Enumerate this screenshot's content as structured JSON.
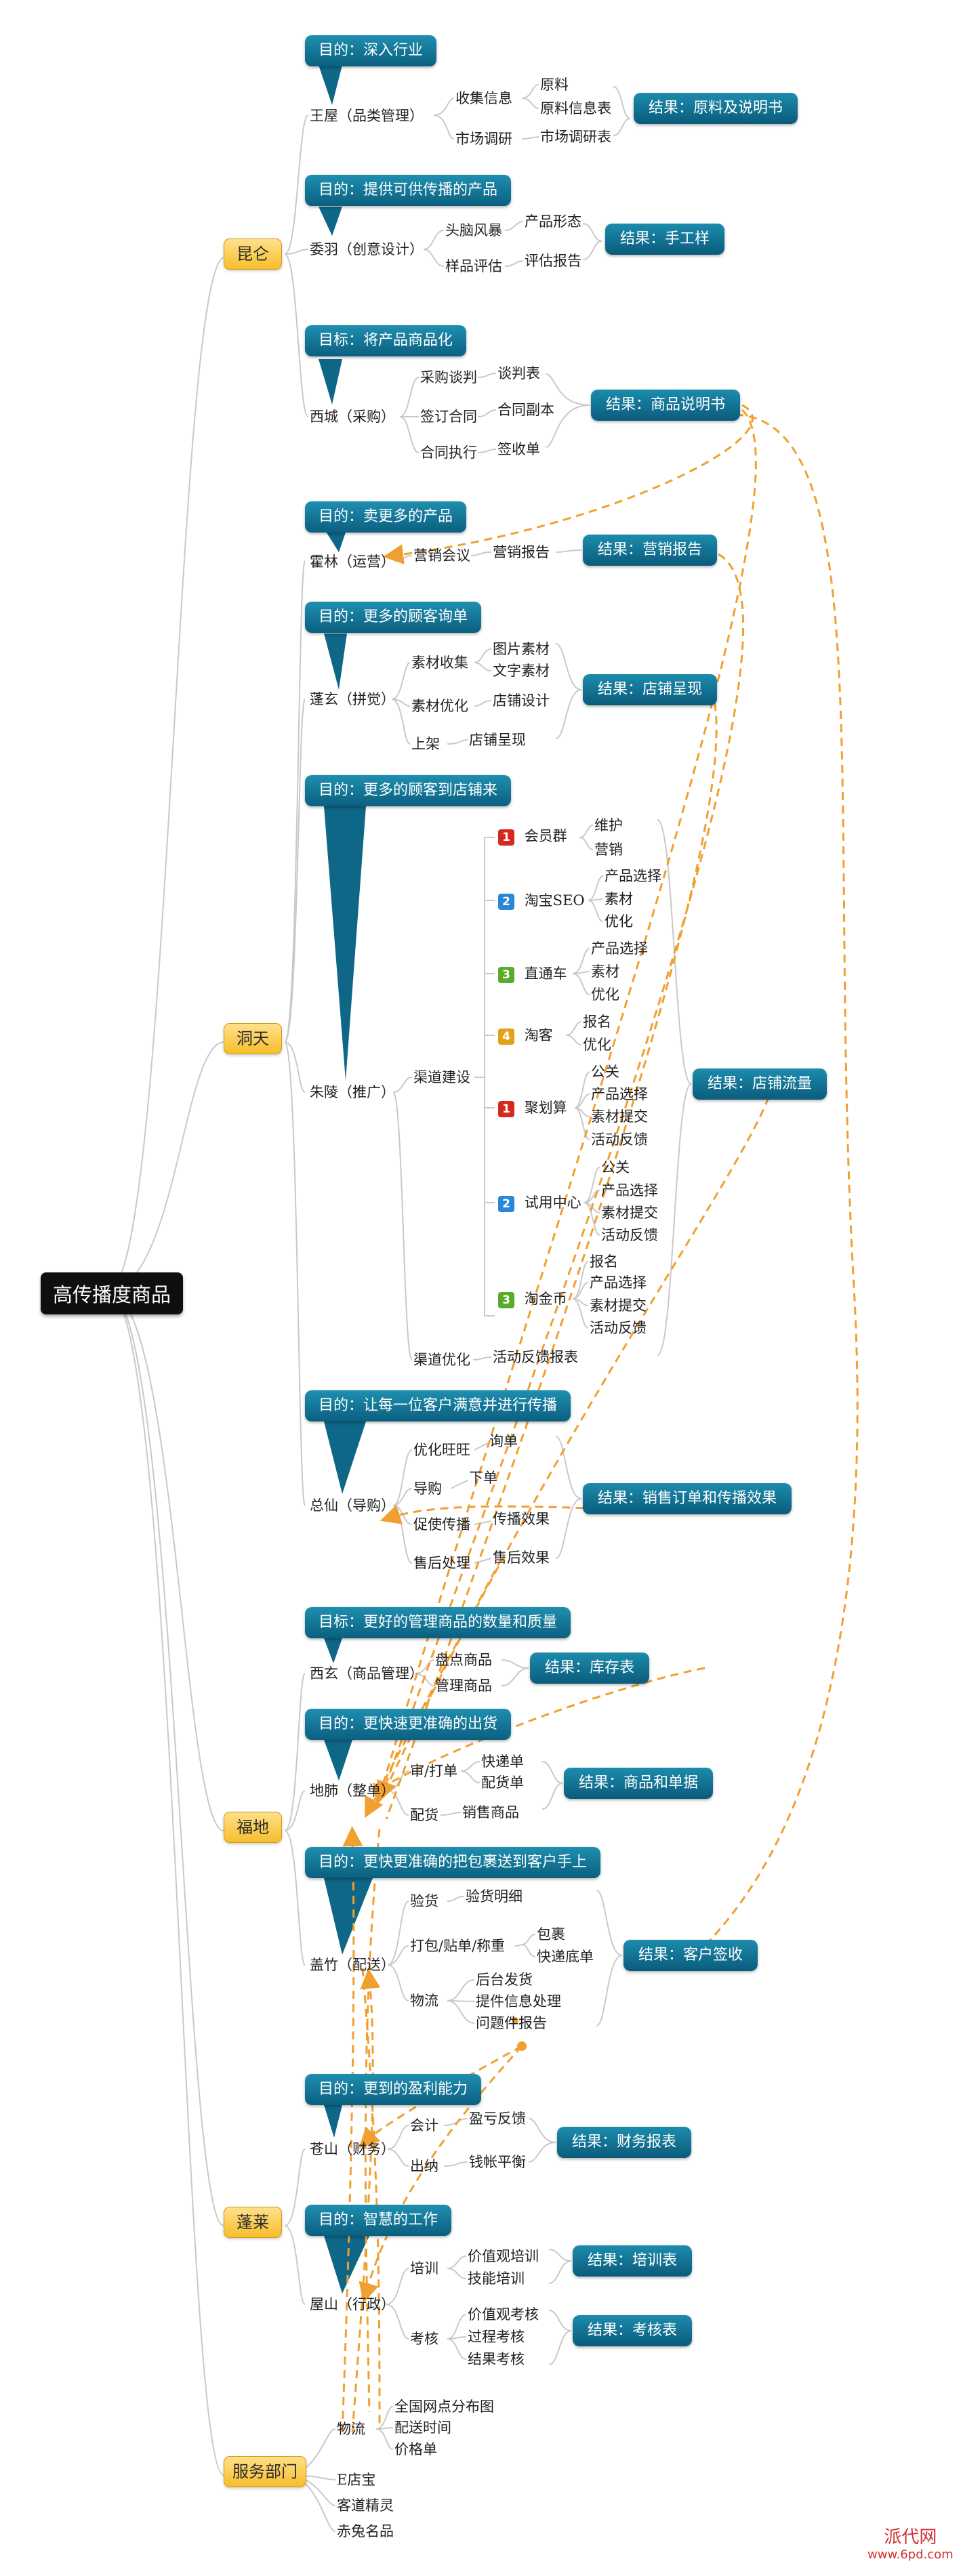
{
  "root": "高传播度商品",
  "sections": {
    "kunlun": "昆仑",
    "dongtian": "洞天",
    "fudi": "福地",
    "penglai": "蓬莱",
    "fuwu": "服务部门"
  },
  "kunlun": {
    "wangwu": {
      "goal": "目的：深入行业",
      "node": "王屋（品类管理）",
      "b1": "收集信息",
      "b1a": "原料",
      "b1b": "原料信息表",
      "b2": "市场调研",
      "b2a": "市场调研表",
      "result": "结果：原料及说明书"
    },
    "weiyu": {
      "goal": "目的：提供可供传播的产品",
      "node": "委羽（创意设计）",
      "b1": "头脑风暴",
      "b1a": "产品形态",
      "b2": "样品评估",
      "b2a": "评估报告",
      "result": "结果：手工样"
    },
    "xicheng": {
      "goal": "目标：将产品商品化",
      "node": "西城（采购）",
      "b1": "采购谈判",
      "b1a": "谈判表",
      "b2": "签订合同",
      "b2a": "合同副本",
      "b3": "合同执行",
      "b3a": "签收单",
      "result": "结果：商品说明书"
    }
  },
  "dongtian": {
    "huolin": {
      "goal": "目的：卖更多的产品",
      "node": "霍林（运营）",
      "b1": "营销会议",
      "b1a": "营销报告",
      "result": "结果：营销报告"
    },
    "pengxuan": {
      "goal": "目的：更多的顾客询单",
      "node": "蓬玄（拼觉）",
      "b1": "素材收集",
      "b1a": "图片素材",
      "b1b": "文字素材",
      "b2": "素材优化",
      "b2a": "店铺设计",
      "b3": "上架",
      "b3a": "店铺呈现",
      "result": "结果：店铺呈现"
    },
    "zhuling": {
      "goal": "目的：更多的顾客到店铺来",
      "node": "朱陵（推广）",
      "b1": "渠道建设",
      "b2": "渠道优化",
      "b2a": "活动反馈报表",
      "channels": [
        {
          "num": "1",
          "name": "会员群",
          "items": [
            "维护",
            "营销"
          ]
        },
        {
          "num": "2",
          "name": "淘宝SEO",
          "items": [
            "产品选择",
            "素材",
            "优化"
          ]
        },
        {
          "num": "3",
          "name": "直通车",
          "items": [
            "产品选择",
            "素材",
            "优化"
          ]
        },
        {
          "num": "4",
          "name": "淘客",
          "items": [
            "报名",
            "优化"
          ]
        },
        {
          "num": "1",
          "name": "聚划算",
          "items": [
            "公关",
            "产品选择",
            "素材提交",
            "活动反馈"
          ]
        },
        {
          "num": "2",
          "name": "试用中心",
          "items": [
            "公关",
            "产品选择",
            "素材提交",
            "活动反馈"
          ]
        },
        {
          "num": "3",
          "name": "淘金币",
          "items": [
            "报名",
            "产品选择",
            "素材提交",
            "活动反馈"
          ]
        }
      ],
      "result": "结果：店铺流量"
    },
    "zongxian": {
      "goal": "目的：让每一位客户满意并进行传播",
      "node": "总仙（导购）",
      "b1": "优化旺旺",
      "b1a": "询单",
      "b2": "导购",
      "b2a": "下单",
      "b3": "促使传播",
      "b3a": "传播效果",
      "b4": "售后处理",
      "b4a": "售后效果",
      "result": "结果：销售订单和传播效果"
    }
  },
  "fudi": {
    "xixuan": {
      "goal": "目标：更好的管理商品的数量和质量",
      "node": "西玄（商品管理）",
      "b1": "盘点商品",
      "b2": "管理商品",
      "result": "结果：库存表"
    },
    "difei": {
      "goal": "目的：更快速更准确的出货",
      "node": "地肺（整单）",
      "b1": "审/打单",
      "b1a": "快递单",
      "b1b": "配货单",
      "b2": "配货",
      "b2a": "销售商品",
      "result": "结果：商品和单据"
    },
    "gaizhu": {
      "goal": "目的：更快更准确的把包裹送到客户手上",
      "node": "盖竹（配送）",
      "b1": "验货",
      "b1a": "验货明细",
      "b2": "打包/贴单/称重",
      "b2a": "包裹",
      "b2b": "快递底单",
      "b3": "物流",
      "b3a": "后台发货",
      "b3b": "提件信息处理",
      "b3c": "问题件报告",
      "result": "结果：客户签收"
    }
  },
  "penglai": {
    "cangshan": {
      "goal": "目的：更到的盈利能力",
      "node": "苍山（财务）",
      "b1": "会计",
      "b1a": "盈亏反馈",
      "b2": "出纳",
      "b2a": "钱帐平衡",
      "result": "结果：财务报表"
    },
    "wushan": {
      "goal": "目的：智慧的工作",
      "node": "屋山（行政）",
      "b1": "培训",
      "b1a": "价值观培训",
      "b1b": "技能培训",
      "b2": "考核",
      "b2a": "价值观考核",
      "b2b": "过程考核",
      "b2c": "结果考核",
      "result1": "结果：培训表",
      "result2": "结果：考核表"
    }
  },
  "fuwu": {
    "wuliu": "物流",
    "wuliu_a": "全国网点分布图",
    "wuliu_b": "配送时间",
    "wuliu_c": "价格单",
    "e": "E店宝",
    "kd": "客道精灵",
    "ct": "赤兔名品"
  },
  "watermark": {
    "line1": "派代网",
    "line2": "www.6pd.com"
  },
  "colors": {
    "badge_red": "#d42a1e",
    "badge_blue": "#2a86d8",
    "badge_green": "#5aab2a",
    "badge_yellow": "#e0a21a",
    "dashed": "#f0a030"
  }
}
